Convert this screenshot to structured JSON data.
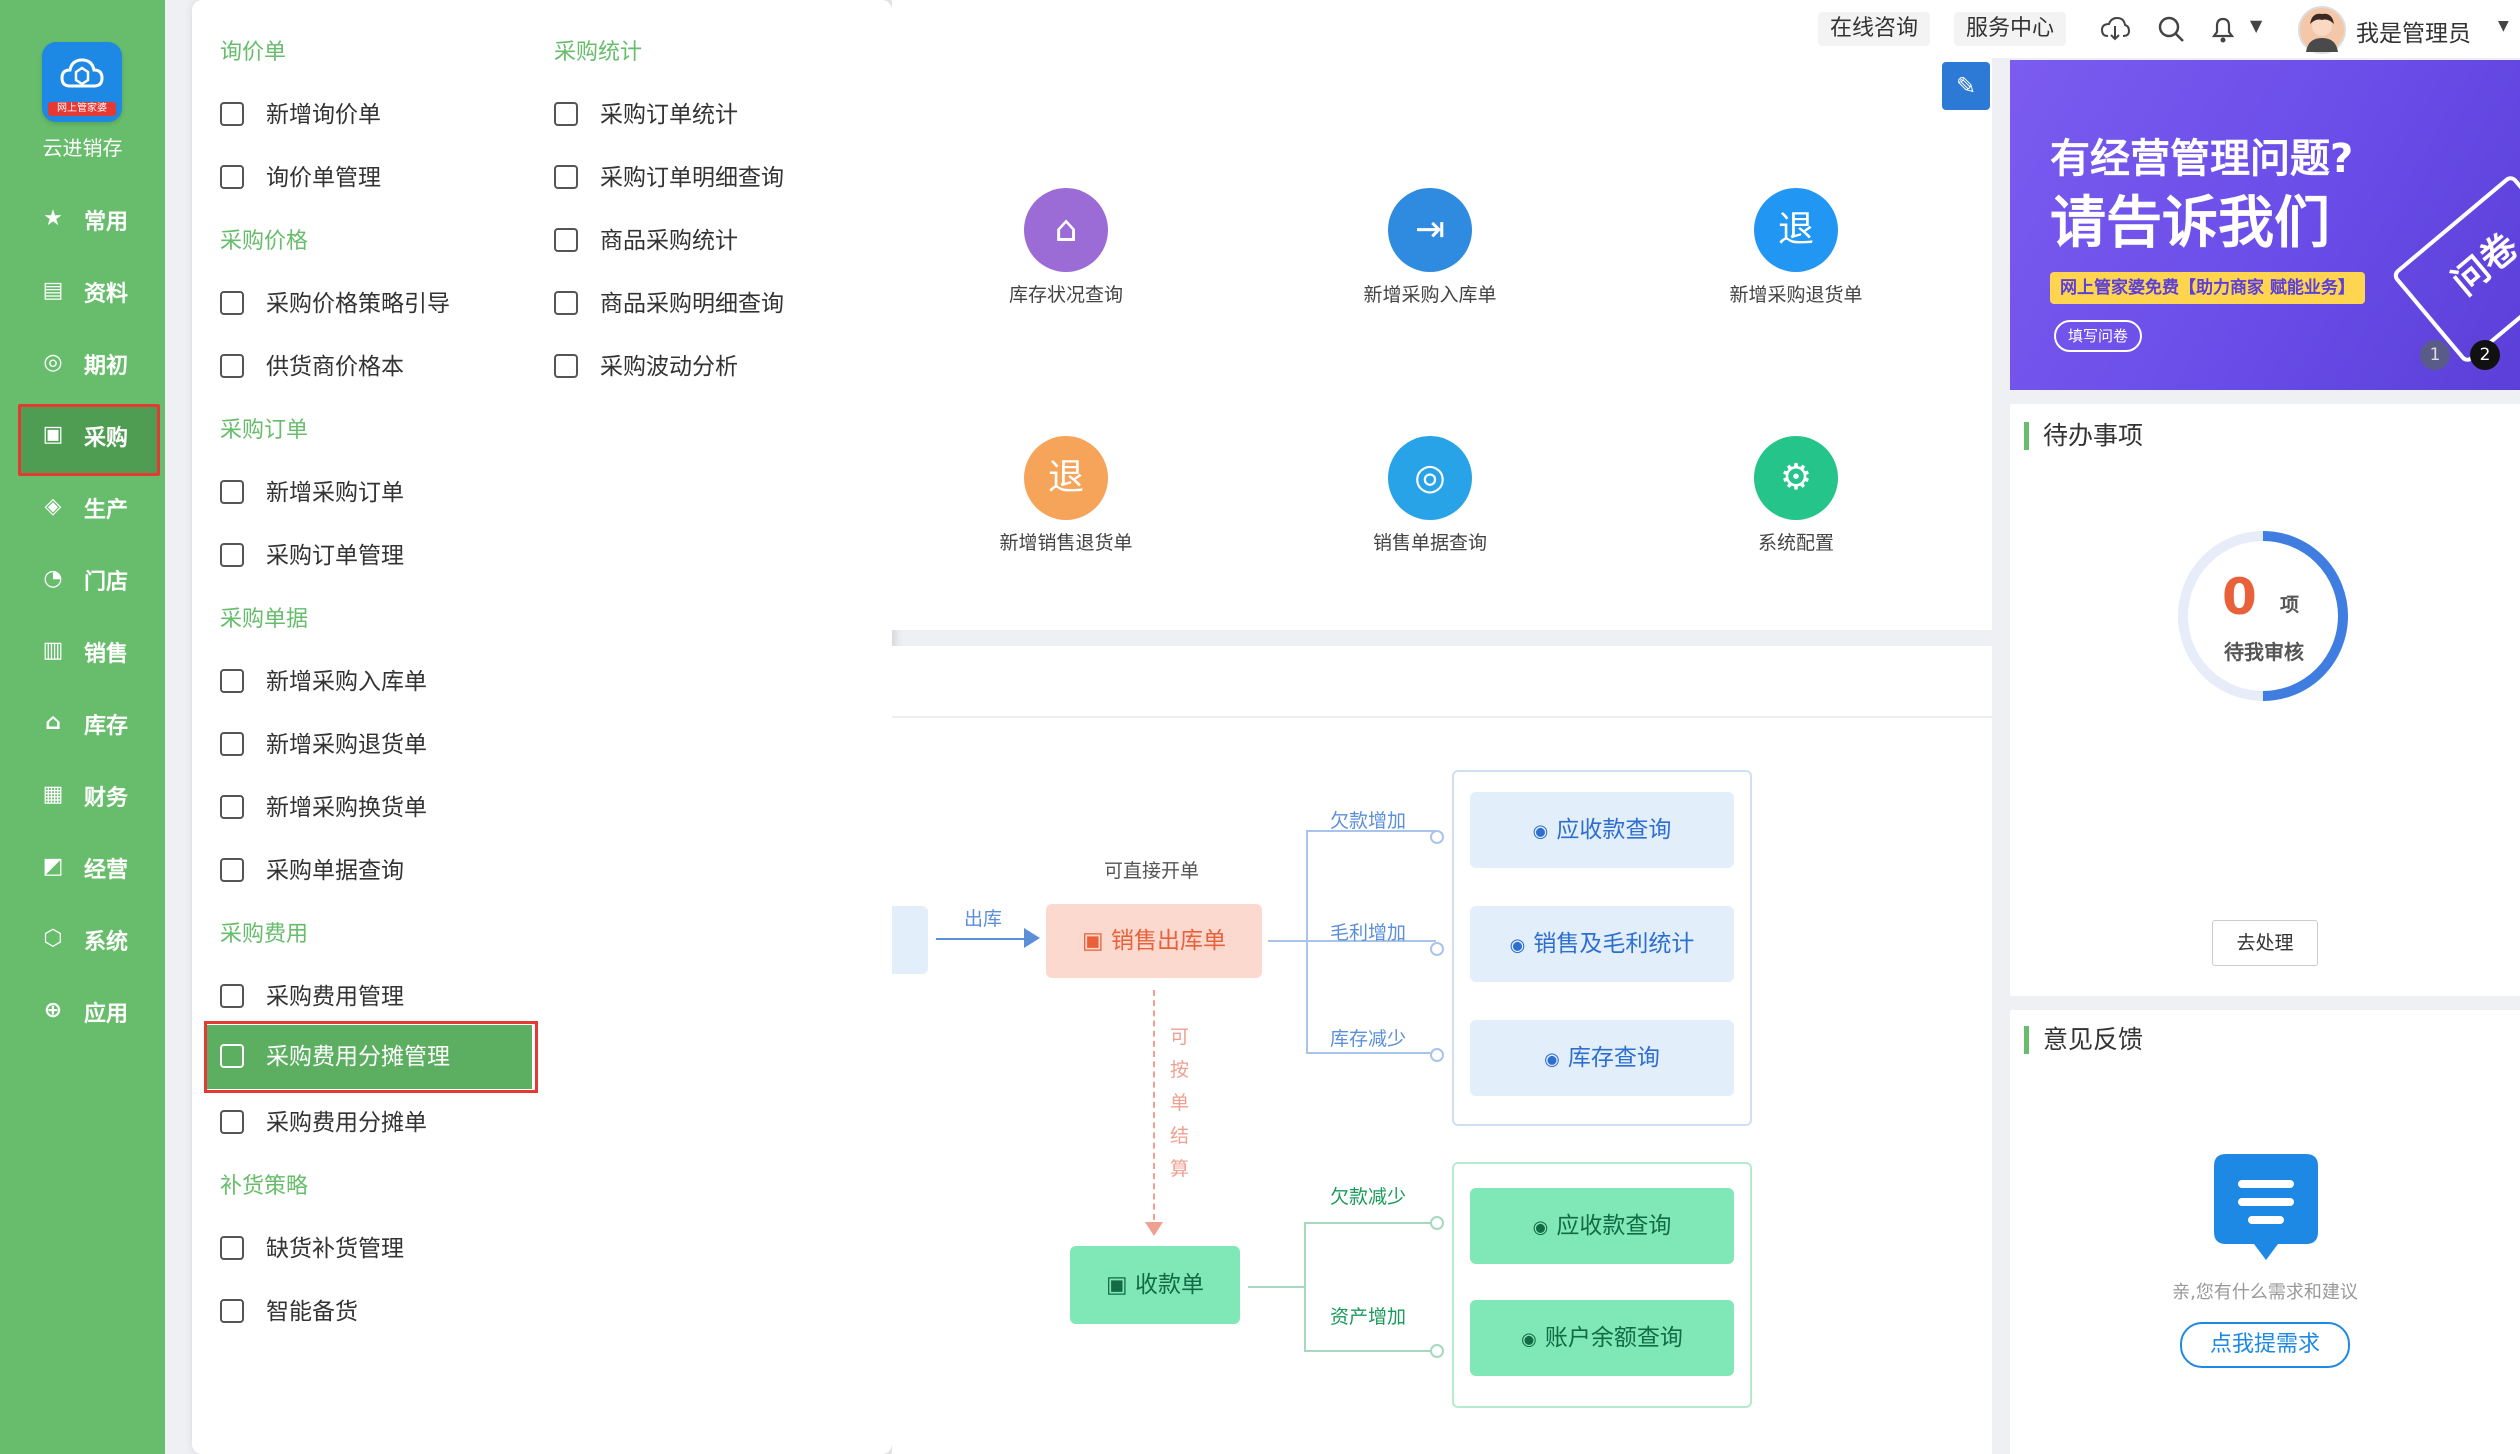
{
  "sidebar": {
    "app_name": "云进销存",
    "logo_tag": "网上管家婆",
    "items": [
      {
        "label": "常用",
        "icon": "star-icon",
        "glyph": "★"
      },
      {
        "label": "资料",
        "icon": "profile-icon",
        "glyph": "▤"
      },
      {
        "label": "期初",
        "icon": "cycle-icon",
        "glyph": "◎"
      },
      {
        "label": "采购",
        "icon": "purchase-icon",
        "glyph": "▣"
      },
      {
        "label": "生产",
        "icon": "production-icon",
        "glyph": "◈"
      },
      {
        "label": "门店",
        "icon": "store-icon",
        "glyph": "◔"
      },
      {
        "label": "销售",
        "icon": "sales-icon",
        "glyph": "▥"
      },
      {
        "label": "库存",
        "icon": "warehouse-icon",
        "glyph": "⌂"
      },
      {
        "label": "财务",
        "icon": "finance-icon",
        "glyph": "▦"
      },
      {
        "label": "经营",
        "icon": "operation-icon",
        "glyph": "◩"
      },
      {
        "label": "系统",
        "icon": "system-icon",
        "glyph": "⬡"
      },
      {
        "label": "应用",
        "icon": "app-icon",
        "glyph": "⊕"
      }
    ]
  },
  "menu": {
    "left": [
      {
        "cat": "询价单",
        "items": [
          "新增询价单",
          "询价单管理"
        ]
      },
      {
        "cat": "采购价格",
        "items": [
          "采购价格策略引导",
          "供货商价格本"
        ]
      },
      {
        "cat": "采购订单",
        "items": [
          "新增采购订单",
          "采购订单管理"
        ]
      },
      {
        "cat": "采购单据",
        "items": [
          "新增采购入库单",
          "新增采购退货单",
          "新增采购换货单",
          "采购单据查询"
        ]
      },
      {
        "cat": "采购费用",
        "items": [
          "采购费用管理",
          "采购费用分摊管理",
          "采购费用分摊单"
        ]
      },
      {
        "cat": "补货策略",
        "items": [
          "缺货补货管理",
          "智能备货"
        ]
      }
    ],
    "right": [
      {
        "cat": "采购统计",
        "items": [
          "采购订单统计",
          "采购订单明细查询",
          "商品采购统计",
          "商品采购明细查询",
          "采购波动分析"
        ]
      }
    ]
  },
  "topbar": {
    "consult": "在线咨询",
    "service": "服务中心",
    "user": "我是管理员",
    "icons": [
      "cloud-download-icon",
      "search-icon",
      "bell-icon",
      "chevron-down-icon"
    ]
  },
  "quick": [
    {
      "label": "库存状况查询",
      "color": "#9b6bd6",
      "glyph": "⌂"
    },
    {
      "label": "新增采购入库单",
      "color": "#2f8be0",
      "glyph": "⇥"
    },
    {
      "label": "新增采购退货单",
      "color": "#2196f3",
      "glyph": "退"
    },
    {
      "label": "新增销售退货单",
      "color": "#f5a45a",
      "glyph": "退"
    },
    {
      "label": "销售单据查询",
      "color": "#29a3e8",
      "glyph": "◎"
    },
    {
      "label": "系统配置",
      "color": "#25c48b",
      "glyph": "⚙"
    }
  ],
  "flow": {
    "out_label": "出库",
    "direct_label": "可直接开单",
    "sales_out": "销售出库单",
    "settle_chars": [
      "可",
      "按",
      "单",
      "结",
      "算"
    ],
    "receipt": "收款单",
    "upper_labels": [
      "欠款增加",
      "毛利增加",
      "库存减少"
    ],
    "upper_boxes": [
      "应收款查询",
      "销售及毛利统计",
      "库存查询"
    ],
    "lower_labels": [
      "欠款减少",
      "资产增加"
    ],
    "lower_boxes": [
      "应收款查询",
      "账户余额查询"
    ]
  },
  "banner": {
    "title1": "有经营管理问题?",
    "title2": "请告诉我们",
    "tag": "网上管家婆免费【助力商家 赋能业务】",
    "btn": "填写问卷",
    "badge": "问卷",
    "pages": [
      "1",
      "2"
    ]
  },
  "todo": {
    "title": "待办事项",
    "count": "0",
    "unit": "项",
    "sub": "待我审核",
    "action": "去处理"
  },
  "feedback": {
    "title": "意见反馈",
    "hint": "亲,您有什么需求和建议",
    "button": "点我提需求"
  },
  "colors": {
    "sidebar": "#67bd6b",
    "accent_red": "#e53935",
    "sales_out_bg": "#fcd9cf",
    "upper_box_bg": "#e3eefb",
    "lower_box_bg": "#7fe8b6"
  }
}
